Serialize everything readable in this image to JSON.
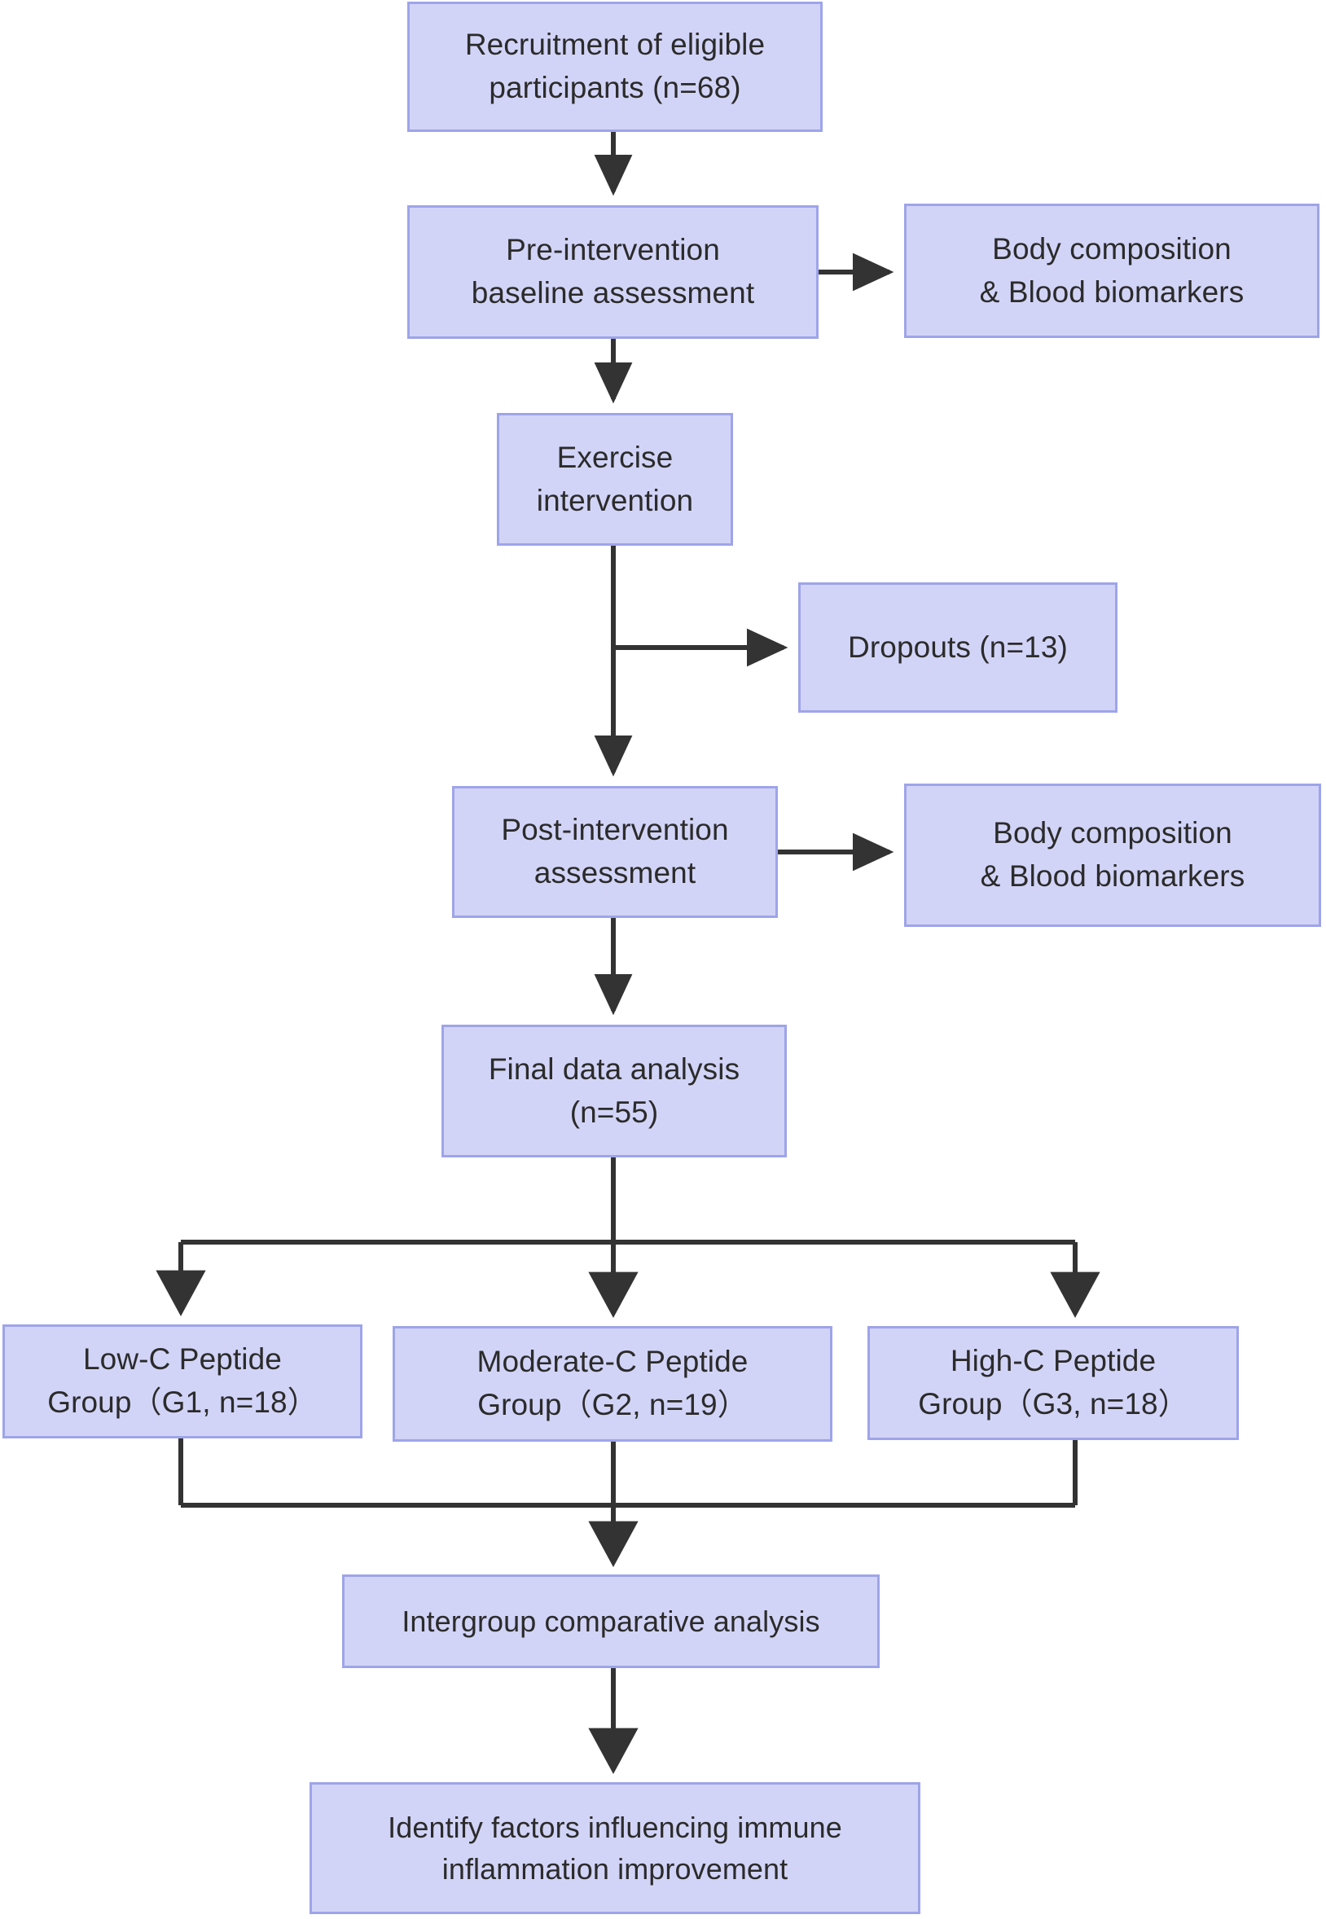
{
  "diagram": {
    "title": "Study flow diagram",
    "colors": {
      "node_fill": "#d2d4f7",
      "node_border": "#9ea4e9",
      "connector": "#333333",
      "text": "#2b2b2b",
      "background": "#ffffff"
    },
    "nodes": {
      "recruitment": "Recruitment of eligible\nparticipants (n=68)",
      "pre_intervention": "Pre-intervention\nbaseline assessment",
      "baseline_measures": "Body composition\n& Blood biomarkers",
      "exercise": "Exercise\nintervention",
      "dropouts": "Dropouts (n=13)",
      "post_intervention": "Post-intervention\nassessment",
      "post_measures": "Body composition\n& Blood biomarkers",
      "final_analysis": "Final data analysis\n(n=55)",
      "group_low": "Low-C Peptide\nGroup（G1, n=18）",
      "group_moderate": "Moderate-C Peptide\nGroup（G2, n=19）",
      "group_high": "High-C Peptide\nGroup（G3, n=18）",
      "intergroup": "Intergroup comparative analysis",
      "identify": "Identify factors influencing immune\ninflammation improvement"
    },
    "edges": [
      {
        "name": "recruitment-to-pre",
        "from": "recruitment",
        "to": "pre_intervention",
        "kind": "vertical-arrow"
      },
      {
        "name": "pre-to-baseline-measures",
        "from": "pre_intervention",
        "to": "baseline_measures",
        "kind": "horizontal-arrow"
      },
      {
        "name": "pre-to-exercise",
        "from": "pre_intervention",
        "to": "exercise",
        "kind": "vertical-arrow"
      },
      {
        "name": "exercise-to-dropouts",
        "from": "exercise",
        "to": "dropouts",
        "kind": "branch-right-arrow"
      },
      {
        "name": "exercise-to-post",
        "from": "exercise",
        "to": "post_intervention",
        "kind": "vertical-arrow"
      },
      {
        "name": "post-to-post-measures",
        "from": "post_intervention",
        "to": "post_measures",
        "kind": "horizontal-arrow"
      },
      {
        "name": "post-to-final",
        "from": "post_intervention",
        "to": "final_analysis",
        "kind": "vertical-arrow"
      },
      {
        "name": "final-to-group-low",
        "from": "final_analysis",
        "to": "group_low",
        "kind": "split-arrow"
      },
      {
        "name": "final-to-group-moderate",
        "from": "final_analysis",
        "to": "group_moderate",
        "kind": "split-arrow"
      },
      {
        "name": "final-to-group-high",
        "from": "final_analysis",
        "to": "group_high",
        "kind": "split-arrow"
      },
      {
        "name": "groups-to-intergroup",
        "from": "groups",
        "to": "intergroup",
        "kind": "merge-arrow"
      },
      {
        "name": "intergroup-to-identify",
        "from": "intergroup",
        "to": "identify",
        "kind": "vertical-arrow"
      }
    ]
  }
}
